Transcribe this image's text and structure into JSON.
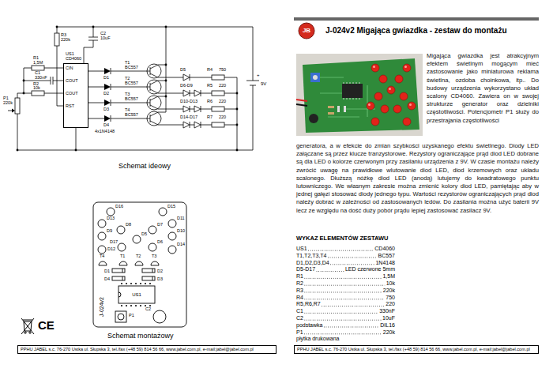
{
  "diagram": {
    "title": "J-024v2 Migająca gwiazdka - zestaw do montażu",
    "nodes": [
      {
        "text": [
          "US1",
          "CD4060",
          "CIN",
          "COUT",
          "COUT",
          "RST"
        ]
      },
      {
        "text": [
          "PPHU JABEL s.c. 76-270 Ustka ul. Słupska 3, tel./fax (+48 59) 814 56 66, www.jabel.com.pl, e-mail:jabel@jabel.com.pl"
        ]
      },
      {
        "text": [
          "PPHU JABEL s.c. 76-270 Ustka ul. Słupska 3, tel./fax (+48 59) 814 56 66, www.jabel.com.pl, e-mail:jabel@jabel.com.pl"
        ]
      }
    ],
    "labels": [
      "R3",
      "220k",
      "C2",
      "10uF",
      "R1",
      "1,5M",
      "C1",
      "330nF",
      "R2",
      "10k",
      "P1",
      "220k",
      "T1",
      "BC557",
      "T2",
      "BC557",
      "T3",
      "BC557",
      "T4",
      "BC557",
      "D1",
      "D2",
      "D3",
      "D4",
      "4x1N4148",
      "D5",
      "D6-D9",
      "D10-D13",
      "D14-D17",
      "R4",
      "750",
      "R5",
      "220",
      "R6",
      "220",
      "R7",
      "220",
      "+",
      "9V",
      "Schemat ideowy",
      "D16",
      "D15",
      "D13",
      "D11",
      "D8",
      "D7",
      "D5",
      "D9",
      "D10",
      "D17",
      "D6",
      "D12",
      "D14",
      "T4",
      "T1",
      "T2",
      "T3",
      "D1",
      "D2",
      "D4",
      "D3",
      "US1",
      "J-024v2",
      "C2",
      "P1",
      "Schemat montażowy",
      "CE",
      "JB",
      "Migająca gwiazdka jest atrakcyjnym efektem świetlnym mogącym mieć zastosowanie jako miniaturowa reklama świetlna, ozdoba choinkowa, itp.. Do budowy urządzenia wykorzystano układ scalony CD4060. Zawiera on w swojej strukturze generator oraz dzielniki częstotliwości. Potencjometr P1 służy do przestrajania częstotliwości",
      "generatora, a w efekcie do zmian szybkości uzyskanego efektu świetlnego. Diody LED załączane są przez klucze tranzystorowe. Rezystory ograniczające prąd diod LED dobrane są dla LED o kolorze czerwonym przy zasilaniu urządzenia z 9V. W czasie montażu należy zwrócić uwagę na prawidłowe wlutowanie diod LED, diod krzemowych oraz układu scalonego. Dłuższą nóżkę diod LED (anodą) lutujemy do kwadratowego punktu lutowniczego. We własnym zakresie można zmienić kolory diod LED, pamiętając aby w jednej gałęzi stosować diody jednego typu. Wartości rezystorów ograniczających prąd diod należy dobrać w zależności od zastosowanych ledów. Do zasilania można użyć baterii 9V lecz ze względu na dość duży pobór prądu lepiej zastosować zasilacz 9V.",
      "WYKAZ ELEMENTÓW ZESTAWU",
      "US1",
      "CD4060",
      "T1,T2,T3,T4",
      "BC557",
      "D1,D2,D3,D4",
      "1N4148",
      "D5-D17",
      "LED czerwone 5mm",
      "R1",
      "1,5M",
      "R2",
      "10k",
      "R3",
      "220k",
      "R4",
      "750",
      "R5,R6,R7",
      "220",
      "C1",
      "330nF",
      "C2",
      "10uF",
      "podstawka",
      "DIL16",
      "P1",
      "220k",
      "płytka drukowana"
    ]
  }
}
